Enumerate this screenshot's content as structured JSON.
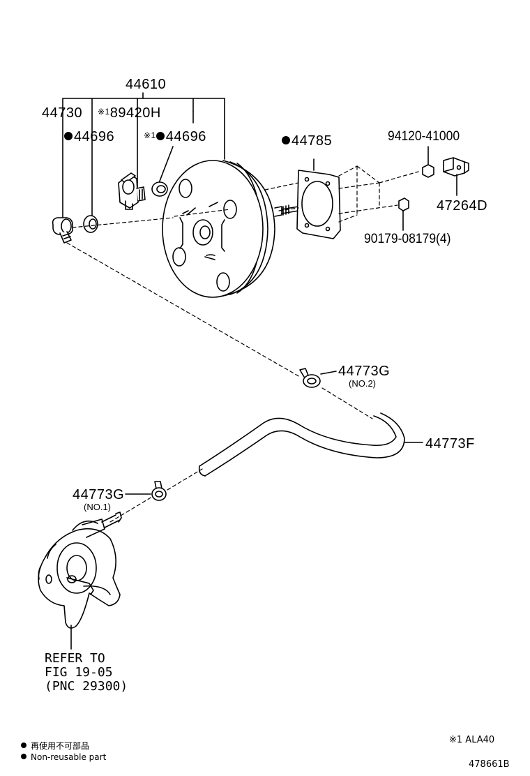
{
  "labels": {
    "booster_assembly": "44610",
    "check_valve": "44730",
    "sensor": "89420H",
    "sensor_mark": "※1",
    "grommet_left": "44696",
    "grommet_right": "44696",
    "grommet_right_mark": "※1",
    "gasket": "44785",
    "nut_top": "94120-41000",
    "clevis": "47264D",
    "nut_group": "90179-08179(4)",
    "clip_no2": "44773G",
    "clip_no2_sub": "(NO.2)",
    "hose": "44773F",
    "clip_no1": "44773G",
    "clip_no1_sub": "(NO.1)",
    "refer_line1": "REFER TO",
    "refer_line2": "FIG 19-05",
    "refer_line3": "(PNC 29300)"
  },
  "legend": {
    "jp": "再使用不可部品",
    "en": "Non-reusable part",
    "note": "※1 ALA40",
    "fig_code": "478661B"
  }
}
